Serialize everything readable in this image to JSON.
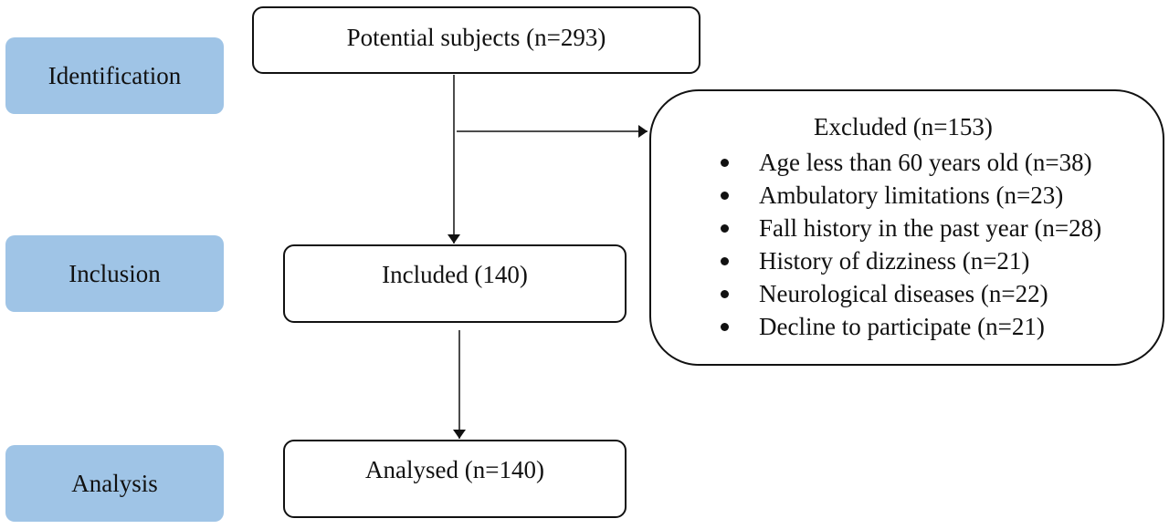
{
  "phases": {
    "identification": "Identification",
    "inclusion": "Inclusion",
    "analysis": "Analysis"
  },
  "boxes": {
    "potential": "Potential subjects (n=293)",
    "included": "Included (140)",
    "analysed": "Analysed (n=140)",
    "excluded": {
      "title": "Excluded (n=153)",
      "reasons": [
        "Age less than 60 years old (n=38)",
        "Ambulatory limitations (n=23)",
        "Fall history in the past year (n=28)",
        "History of dizziness (n=21)",
        "Neurological diseases (n=22)",
        "Decline to participate (n=21)"
      ]
    }
  },
  "colors": {
    "phase_fill": "#9fc4e6",
    "stroke": "#111111"
  }
}
